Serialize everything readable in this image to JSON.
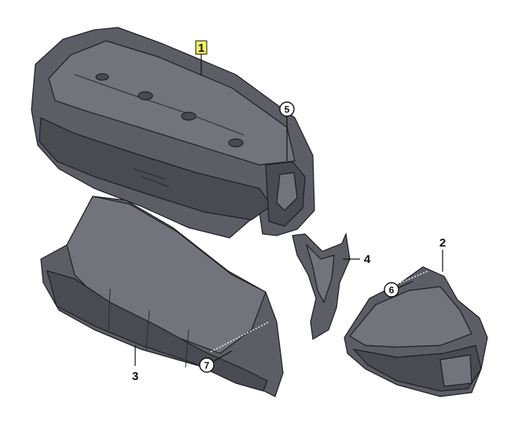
{
  "callouts": {
    "p1": "1",
    "p2": "2",
    "p3": "3",
    "p4": "4",
    "p5": "5",
    "p6": "6",
    "p7": "7"
  },
  "colors": {
    "part_fill": "#5d5d66",
    "highlight": "#f2f25a"
  }
}
